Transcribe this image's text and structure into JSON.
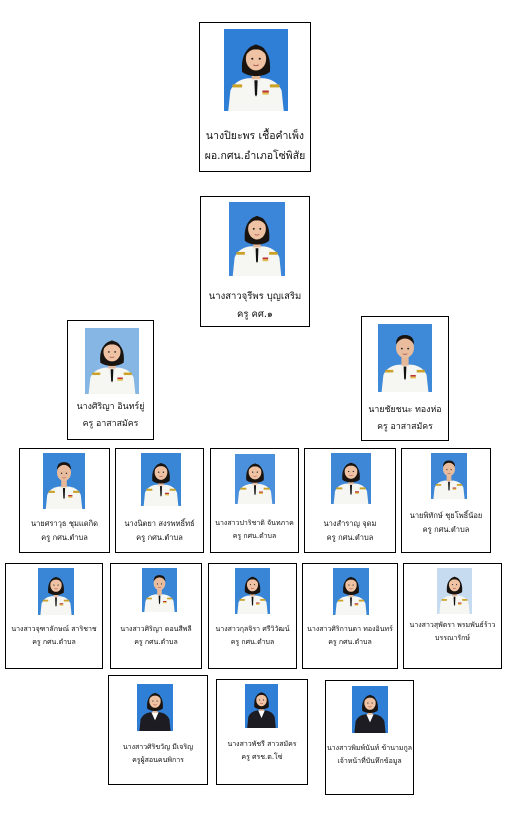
{
  "staff": [
    {
      "name": "นางปิยะพร เชื้อคำเพ็ง",
      "role": "ผอ.กศน.อำเภอโซ่พิสัย",
      "bg": "#2f7fd6",
      "attire": "uniform-female"
    },
    {
      "name": "นางสาวจุรีพร บุญเสริม",
      "role": "ครู คศ.๑",
      "bg": "#3b86d8",
      "attire": "uniform-female"
    },
    {
      "name": "นางศิริญา อินทร์ยู่",
      "role": "ครู อาสาสมัคร",
      "bg": "#86b6e4",
      "attire": "uniform-female"
    },
    {
      "name": "นายชัยชนะ ทองห่อ",
      "role": "ครู อาสาสมัคร",
      "bg": "#3f8ad8",
      "attire": "uniform-male"
    },
    {
      "name": "นายศราวุธ ชุมแดกิด",
      "role": "ครู กศน.ตำบล",
      "bg": "#3a86d6",
      "attire": "uniform-male"
    },
    {
      "name": "นางนิตยา สงรพทธิ์ทธ์",
      "role": "ครู กศน.ตำบล",
      "bg": "#3a86d6",
      "attire": "uniform-female"
    },
    {
      "name": "นางสาวปาริชาติ จันทภาค",
      "role": "ครู กศน.ตำบล",
      "bg": "#4a90dc",
      "attire": "uniform-female"
    },
    {
      "name": "นางสำราญ จุดม",
      "role": "ครู กศน.ตำบล",
      "bg": "#3e87d7",
      "attire": "uniform-female"
    },
    {
      "name": "นายพิทักษ์ ชุยโพธิ์น้อย",
      "role": "ครู กศน.ตำบล",
      "bg": "#3e87d7",
      "attire": "uniform-male"
    },
    {
      "name": "นางสาวจุฑาลักษณ์ สาริชาช",
      "role": "ครู กศน.ตำบล",
      "bg": "#3a86d6",
      "attire": "uniform-female"
    },
    {
      "name": "นางสาวศิริญา ดอนสีพลี",
      "role": "ครู กศน.ตำบล",
      "bg": "#3a86d6",
      "attire": "uniform-male"
    },
    {
      "name": "นางสาวกุลจิรา ศรีวิวัฒน์",
      "role": "ครู กศน.ตำบล",
      "bg": "#3a86d6",
      "attire": "uniform-female"
    },
    {
      "name": "นางสาวศิริกานดา ทองอินทร์",
      "role": "ครู กศน.ตำบล",
      "bg": "#3a86d6",
      "attire": "uniform-female"
    },
    {
      "name": "นางสาวสุพัตรา พรมพันธ์ร้าว",
      "role": "บรรณารักษ์",
      "bg": "#c6dbef",
      "attire": "uniform-female"
    },
    {
      "name": "นางสาวศิริขวัญ มีเจริญ",
      "role": "ครูผู้สอนคนพิการ",
      "bg": "#2f7fd6",
      "attire": "suit-female"
    },
    {
      "name": "นางสาวพัชรี สาวสมัคร",
      "role": "ครู ศรช.ต.โซ่",
      "bg": "#2f7fd6",
      "attire": "suit-female"
    },
    {
      "name": "นางสาวพิมพ์นันท์ ข้านามกูล",
      "role": "เจ้าหน้าที่บันทึกข้อมูล",
      "bg": "#2f7fd6",
      "attire": "suit-female"
    }
  ]
}
